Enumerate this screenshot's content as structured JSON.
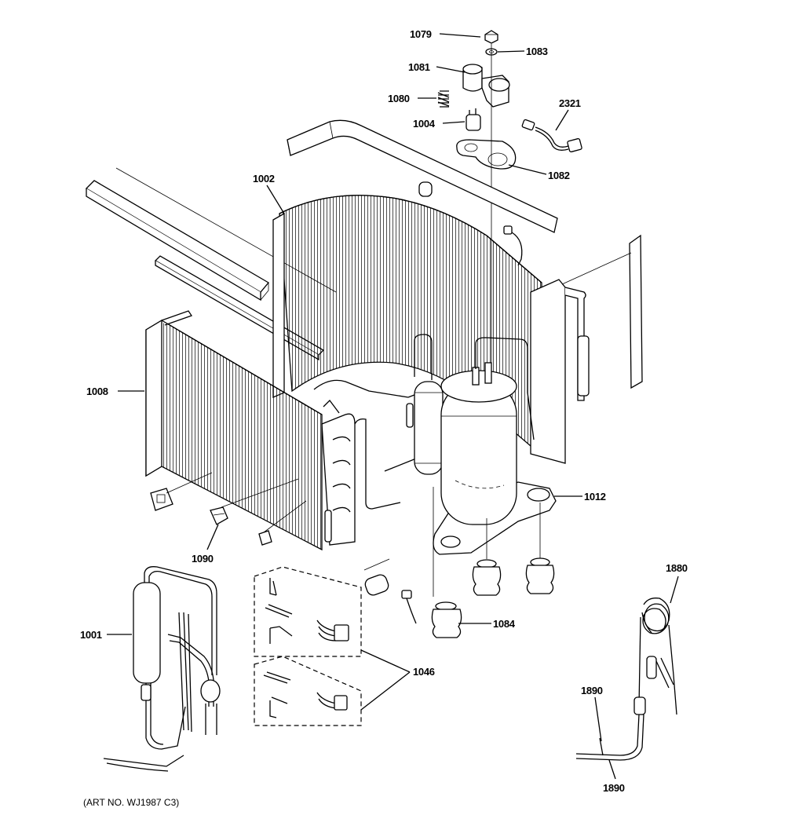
{
  "labels": {
    "p1079": "1079",
    "p1083": "1083",
    "p1081": "1081",
    "p1080": "1080",
    "p2321": "2321",
    "p1004": "1004",
    "p1082": "1082",
    "p1002": "1002",
    "p1008": "1008",
    "p1012": "1012",
    "p1090": "1090",
    "p1880": "1880",
    "p1001": "1001",
    "p1084": "1084",
    "p1046": "1046",
    "p1890a": "1890",
    "p1890b": "1890"
  },
  "art_number": "(ART NO. WJ1987 C3)"
}
